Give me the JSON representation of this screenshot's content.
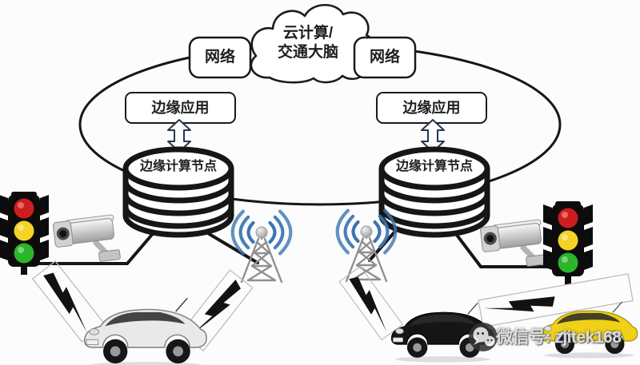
{
  "figure": {
    "title_hint": "edge-computing traffic architecture diagram",
    "cloud": {
      "line1": "云计算/",
      "line2": "交通大脑"
    },
    "network_left": {
      "label": "网络"
    },
    "network_right": {
      "label": "网络"
    },
    "edge_app_left": {
      "label": "边缘应用"
    },
    "edge_app_right": {
      "label": "边缘应用"
    },
    "edge_node_left": {
      "label": "边缘计算节点"
    },
    "edge_node_right": {
      "label": "边缘计算节点"
    }
  },
  "watermark": {
    "label": "微信号: zjitek168"
  },
  "icons": {
    "cloud": "cloud-shape",
    "edge_node": "database-cylinder",
    "link": "double-headed-arrow",
    "traffic_light": "traffic-light",
    "camera": "cctv-camera",
    "tower": "radio-tower-with-wifi",
    "bolt": "lightning-bolt",
    "wechat": "wechat-logo"
  },
  "colors": {
    "outline": "#161616",
    "arrow_stroke": "#25384f",
    "wifi_blue": "#3b74b3",
    "tower_gray": "#8f8f8f",
    "traffic_red": "#cf1d1d",
    "traffic_yellow": "#f3d426",
    "traffic_green": "#2ab52a",
    "car_white": "#e9e9eb",
    "car_black": "#151515",
    "car_yellow": "#f0d115",
    "watermark_text": "#e8e8e8"
  }
}
